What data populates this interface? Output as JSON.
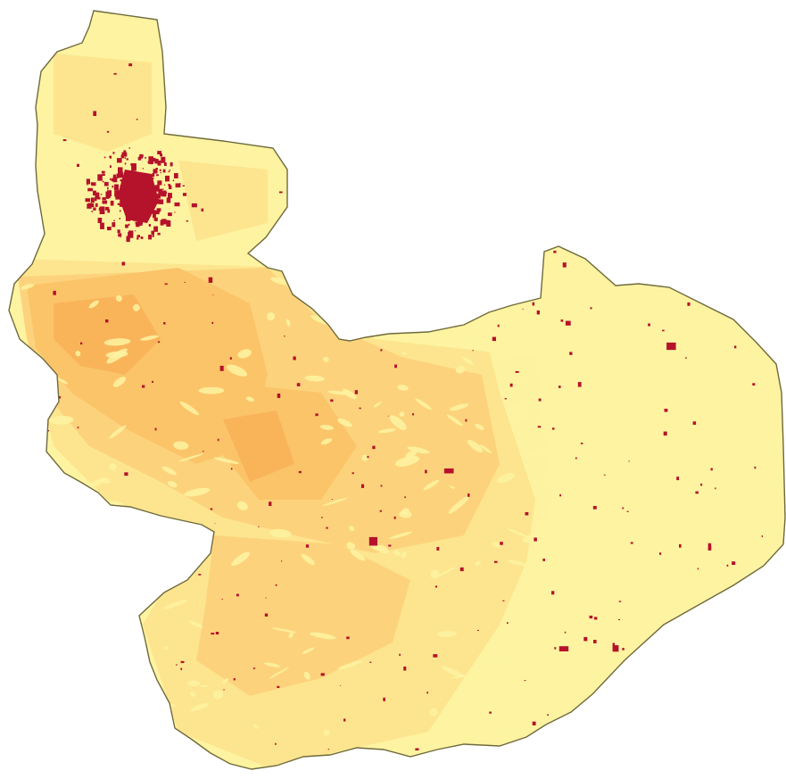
{
  "map": {
    "colors": {
      "background": "#ffffff",
      "outline": "#6f6a3c",
      "class_low": "#fdf3a1",
      "class_mid_low": "#fde58f",
      "class_mid": "#fcd37c",
      "class_mid_high": "#fbc469",
      "class_high": "#f9b45a",
      "settlement": "#b5122b"
    },
    "symbology": [
      "class_low",
      "class_mid_low",
      "class_mid",
      "class_mid_high",
      "class_high",
      "settlement"
    ]
  }
}
